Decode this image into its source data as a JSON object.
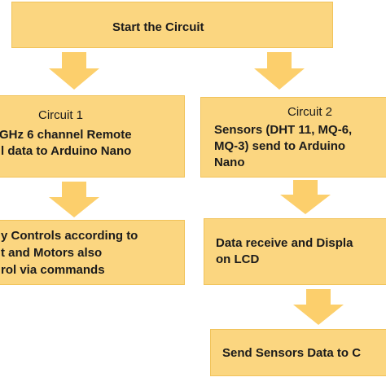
{
  "colors": {
    "box_fill": "#fbd680",
    "box_border": "#f1c35a",
    "arrow_fill": "#fccf6c"
  },
  "start": {
    "label": "Start the Circuit"
  },
  "circuit1": {
    "title": "Circuit 1",
    "lines": [
      "GHz 6 channel Remote",
      "l data to Arduino Nano"
    ]
  },
  "circuit2": {
    "title": "Circuit 2",
    "lines": [
      "Sensors (DHT 11, MQ-6,",
      "MQ-3) send to Arduino",
      "Nano"
    ]
  },
  "controls": {
    "lines": [
      "y Controls according to",
      "t and Motors also",
      "rol via commands"
    ]
  },
  "lcd": {
    "lines": [
      "Data receive and Displa",
      "on LCD"
    ]
  },
  "send": {
    "label": "Send Sensors Data to C"
  }
}
